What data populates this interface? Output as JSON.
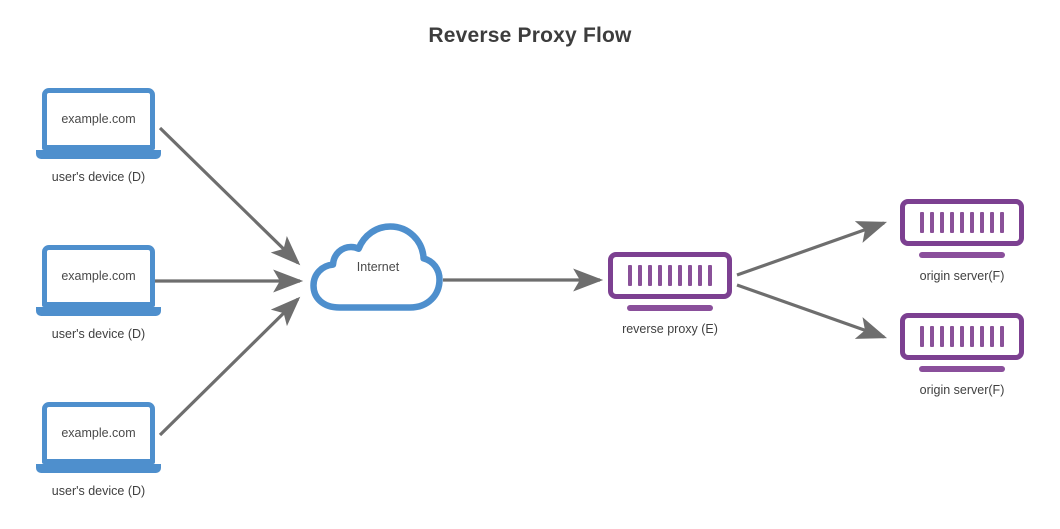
{
  "diagram": {
    "title": "Reverse Proxy Flow",
    "type": "network-flow-diagram",
    "colors": {
      "client_blue": "#4e8fcd",
      "server_purple": "#7c4091",
      "server_bar_purple": "#8a5199",
      "arrow_gray": "#6e6e6e",
      "text_dark": "#404040",
      "background": "#ffffff"
    }
  },
  "clients": [
    {
      "id": "client-top",
      "screen_text": "example.com",
      "label": "user's device (D)",
      "icon": "laptop-icon"
    },
    {
      "id": "client-middle",
      "screen_text": "example.com",
      "label": "user's device (D)",
      "icon": "laptop-icon"
    },
    {
      "id": "client-bottom",
      "screen_text": "example.com",
      "label": "user's device (D)",
      "icon": "laptop-icon"
    }
  ],
  "internet": {
    "id": "internet-cloud",
    "label": "Internet",
    "icon": "cloud-icon"
  },
  "proxy": {
    "id": "reverse-proxy",
    "label": "reverse proxy (E)",
    "icon": "server-icon",
    "bar_count": 9
  },
  "origins": [
    {
      "id": "origin-top",
      "label": "origin server(F)",
      "icon": "server-icon",
      "bar_count": 9
    },
    {
      "id": "origin-bottom",
      "label": "origin server(F)",
      "icon": "server-icon",
      "bar_count": 9
    }
  ],
  "edges": [
    {
      "id": "edge-client-top-to-internet",
      "from": "client-top",
      "to": "internet-cloud",
      "arrow": "single"
    },
    {
      "id": "edge-client-middle-to-internet",
      "from": "client-middle",
      "to": "internet-cloud",
      "arrow": "single"
    },
    {
      "id": "edge-client-bottom-to-internet",
      "from": "client-bottom",
      "to": "internet-cloud",
      "arrow": "single"
    },
    {
      "id": "edge-internet-to-proxy",
      "from": "internet-cloud",
      "to": "reverse-proxy",
      "arrow": "single"
    },
    {
      "id": "edge-proxy-to-origin-top",
      "from": "reverse-proxy",
      "to": "origin-top",
      "arrow": "single"
    },
    {
      "id": "edge-proxy-to-origin-bottom",
      "from": "reverse-proxy",
      "to": "origin-bottom",
      "arrow": "single"
    }
  ]
}
